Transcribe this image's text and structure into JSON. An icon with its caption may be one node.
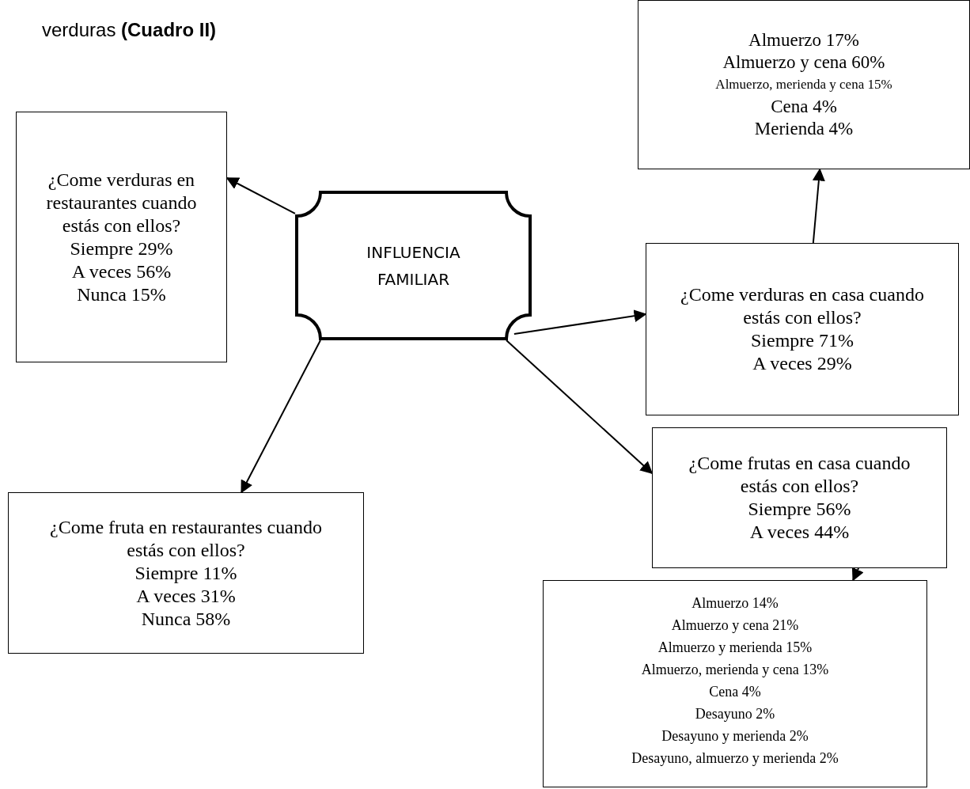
{
  "diagram": {
    "title": "verduras **(Cuadro II)**",
    "nodes": [
      {
        "text": [
          "INFLUENCIA FAMILIAR"
        ]
      },
      {
        "text": [
          "¿Come verduras en restaurantes cuando estás con ellos?",
          "Siempre 29%",
          "A veces 56%",
          "Nunca 15%"
        ]
      },
      {
        "text": [
          "Almuerzo 17%",
          "Almuerzo y cena 60%",
          "Almuerzo, merienda y cena 15%",
          "Cena 4%",
          "Merienda 4%"
        ]
      },
      {
        "text": [
          "¿Come verduras en casa cuando estás con ellos?",
          "Siempre 71%",
          "A veces 29%"
        ]
      },
      {
        "text": [
          "¿Come frutas en casa cuando estás con ellos?",
          "Siempre 56%",
          "A veces 44%"
        ]
      },
      {
        "text": [
          "¿Come fruta en restaurantes cuando estás con ellos?",
          "Siempre 11%",
          "A veces 31%",
          "Nunca 58%"
        ]
      },
      {
        "text": [
          "Almuerzo 14%",
          "Almuerzo y cena 21%",
          "Almuerzo y merienda 15%",
          "Almuerzo, merienda y cena 13%",
          "Cena 4%",
          "Desayuno 2%",
          "Desayuno y merienda 2%",
          "Desayuno, almuerzo y merienda 2%"
        ]
      }
    ],
    "edges": [
      {
        "from": 0,
        "to": 1,
        "arrow": "to"
      },
      {
        "from": 0,
        "to": 3,
        "arrow": "to"
      },
      {
        "from": 3,
        "to": 2,
        "arrow": "to"
      },
      {
        "from": 0,
        "to": 5,
        "arrow": "to"
      },
      {
        "from": 0,
        "to": 4,
        "arrow": "to"
      },
      {
        "from": 4,
        "to": 6,
        "arrow": "to"
      }
    ]
  }
}
